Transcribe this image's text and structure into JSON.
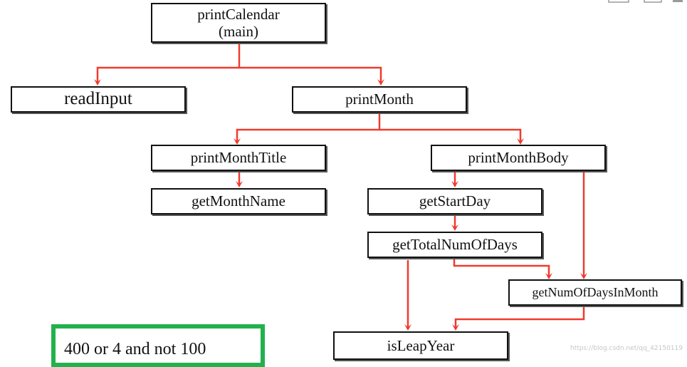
{
  "nodes": {
    "print_calendar": [
      "printCalendar",
      "(main)"
    ],
    "read_input": "readInput",
    "print_month": "printMonth",
    "print_month_title": "printMonthTitle",
    "print_month_body": "printMonthBody",
    "get_month_name": "getMonthName",
    "get_start_day": "getStartDay",
    "get_total_num_of_days": "getTotalNumOfDays",
    "get_num_of_days_in_month": "getNumOfDaysInMonth",
    "is_leap_year": "isLeapYear"
  },
  "note": "400 or 4 and not 100",
  "watermark": "https://blog.csdn.net/qq_42150119",
  "colors": {
    "arrow": "#f03a2e",
    "note_border": "#22b14c",
    "box_border": "#111111"
  }
}
